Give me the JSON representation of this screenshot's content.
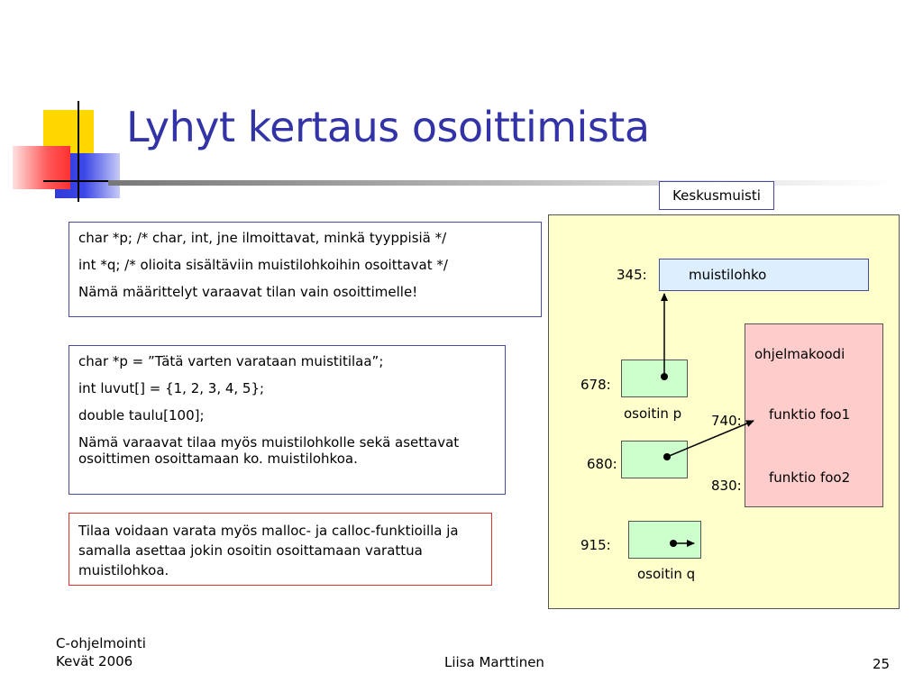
{
  "slide": {
    "title": "Lyhyt kertaus osoittimista"
  },
  "box1": {
    "lines": [
      "char *p;  /* char, int, jne ilmoittavat, minkä tyyppisiä */",
      "int *q;   /* olioita sisältäviin muistilohkoihin osoittavat */",
      "Nämä määrittelyt varaavat tilan vain osoittimelle!"
    ]
  },
  "box2": {
    "lines": [
      "char *p = ”Tätä varten varataan muistitilaa”;",
      "int luvut[] = {1, 2, 3, 4, 5};",
      "double taulu[100];",
      "Nämä varaavat tilaa myös muistilohkolle sekä asettavat osoittimen osoittamaan ko. muistilohkoa."
    ]
  },
  "box3": {
    "text": "Tilaa voidaan varata myös malloc- ja calloc-funktioilla ja samalla asettaa jokin osoitin osoittamaan varattua muistilohkoa."
  },
  "memory": {
    "panel_label": "Keskusmuisti",
    "block_address": "345:",
    "block_label": "muistilohko",
    "code_title": "ohjelmakoodi",
    "func1_address": "740:",
    "func1_label": "funktio foo1",
    "func2_address": "830:",
    "func2_label": "funktio foo2",
    "cell_p_address": "678:",
    "cell_p_label": "osoitin p",
    "cell_2_address": "680:",
    "cell_q_address": "915:",
    "cell_q_label": "osoitin q"
  },
  "footer": {
    "course_line1": "C-ohjelmointi",
    "course_line2": "Kevät 2006",
    "author": "Liisa Marttinen",
    "page_number": "25"
  },
  "colors": {
    "title": "#3333a8",
    "memory_panel": "#ffffcc",
    "memory_block": "#ddeeff",
    "code_block": "#ffcccc",
    "pointer_cell": "#ccffcc",
    "note_border": "#e03030"
  }
}
